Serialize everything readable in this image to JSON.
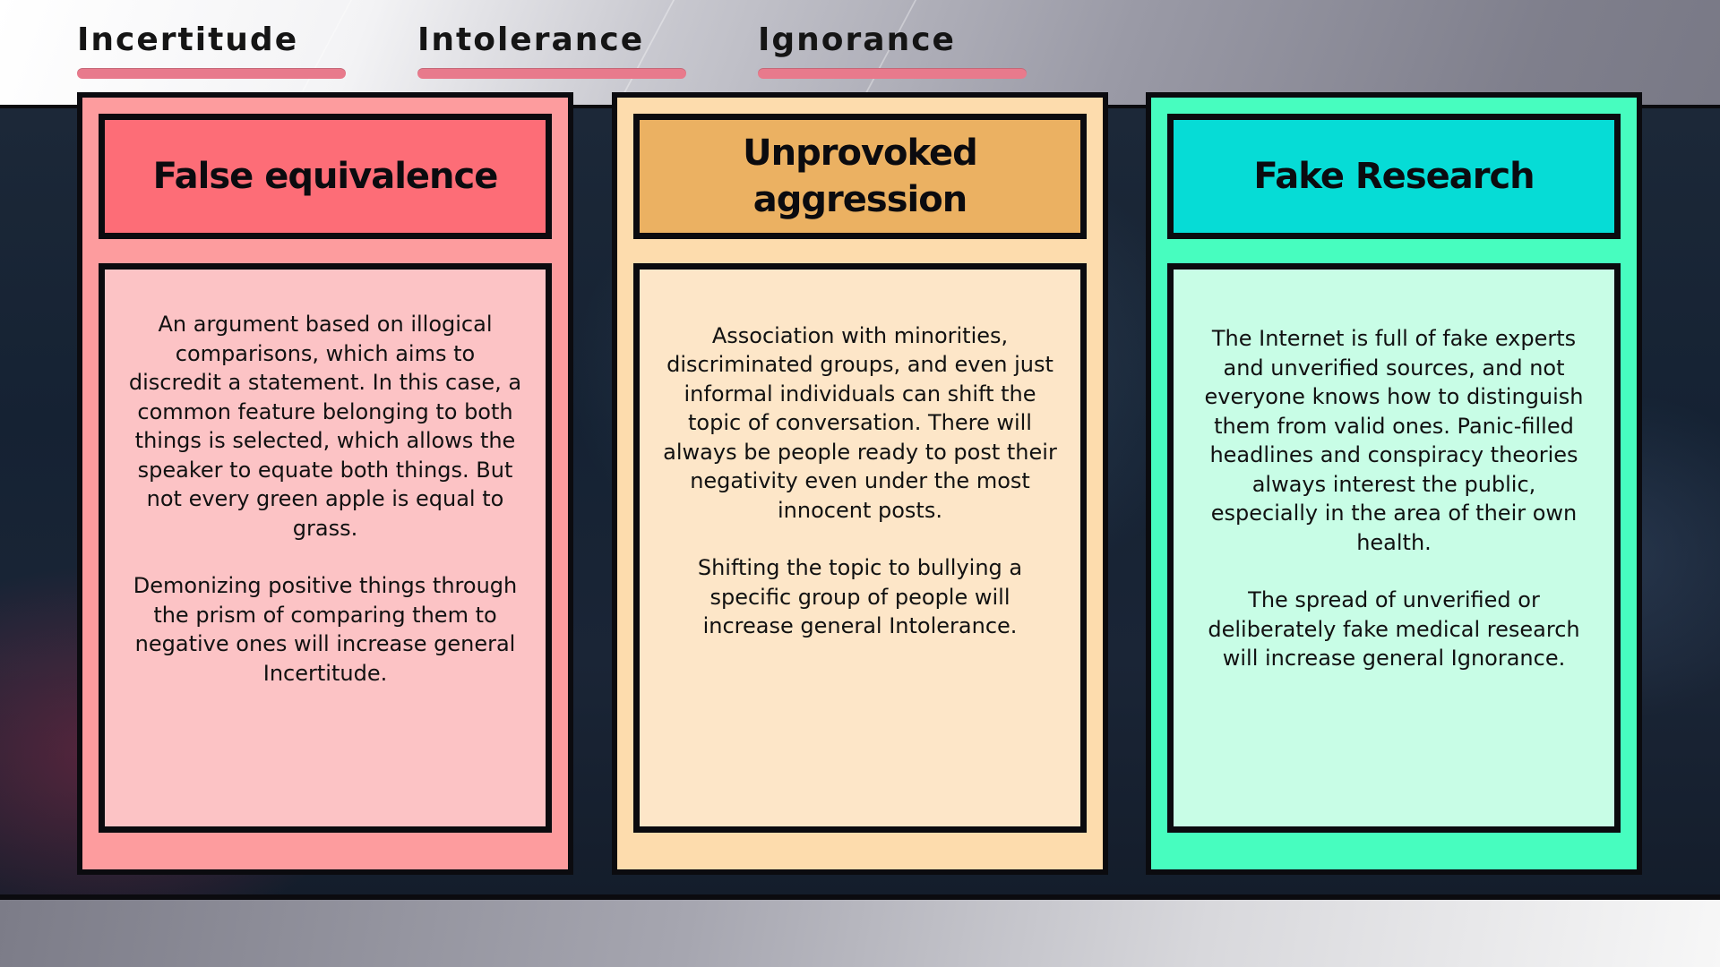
{
  "stats": [
    {
      "label": "Incertitude",
      "bar_color": "#e87a8c"
    },
    {
      "label": "Intolerance",
      "bar_color": "#e87a8c"
    },
    {
      "label": "Ignorance",
      "bar_color": "#e87a8c"
    }
  ],
  "cards": [
    {
      "title": "False equivalence",
      "paragraphs": [
        "An argument based on illogical comparisons, which aims to discredit a statement. In this case, a common feature belonging to both things is selected, which allows the speaker to equate both things. But not every green apple is equal to grass.",
        "Demonizing positive things through the prism of comparing them to negative ones will increase general Incertitude."
      ],
      "colors": {
        "frame": "#fd9c9e",
        "title": "#fd6d77",
        "body": "#fcc3c5"
      }
    },
    {
      "title": "Unprovoked aggression",
      "paragraphs": [
        "Association with minorities, discriminated groups, and even just informal individuals can shift the topic of conversation. There will always be people ready to post their negativity even under the most innocent posts.",
        "Shifting the topic to bullying a specific group of people will increase general Intolerance."
      ],
      "colors": {
        "frame": "#fddcad",
        "title": "#ebb162",
        "body": "#fde6c8"
      }
    },
    {
      "title": "Fake Research",
      "paragraphs": [
        "The Internet is full of fake experts and unverified sources, and not everyone knows how to distinguish them from valid ones. Panic-filled headlines and conspiracy theories always interest the public, especially in the area of their own health.",
        "The spread of unverified or deliberately fake medical research will increase general Ignorance."
      ],
      "colors": {
        "frame": "#47fdbf",
        "title": "#06dcd6",
        "body": "#c8fde6"
      }
    }
  ]
}
